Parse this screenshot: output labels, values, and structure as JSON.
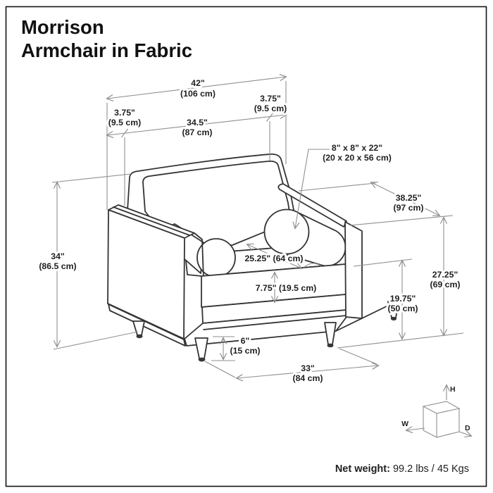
{
  "title": {
    "line1": "Morrison",
    "line2": "Armchair in Fabric"
  },
  "dimensions": {
    "overall_width": {
      "inches": "42\"",
      "cm": "(106 cm)"
    },
    "arm_thickness_left": {
      "inches": "3.75\"",
      "cm": "(9.5 cm)"
    },
    "arm_thickness_right": {
      "inches": "3.75\"",
      "cm": "(9.5 cm)"
    },
    "interior_width": {
      "inches": "34.5\"",
      "cm": "(87 cm)"
    },
    "bolster_pillow": {
      "inches": "8\" x 8\" x 22\"",
      "cm": "(20 x 20 x 56 cm)"
    },
    "overall_depth": {
      "inches": "38.25\"",
      "cm": "(97 cm)"
    },
    "overall_height": {
      "inches": "34\"",
      "cm": "(86.5 cm)"
    },
    "seat_depth": {
      "label": "25.25\" (64 cm)"
    },
    "seat_cushion_thickness": {
      "label": "7.75\" (19.5 cm)"
    },
    "seat_height": {
      "inches": "19.75\"",
      "cm": "(50 cm)"
    },
    "arm_height": {
      "inches": "27.25\"",
      "cm": "(69 cm)"
    },
    "leg_height": {
      "inches": "6\"",
      "cm": "(15 cm)"
    },
    "base_width": {
      "inches": "33\"",
      "cm": "(84 cm)"
    }
  },
  "weight": {
    "label": "Net weight:",
    "value": " 99.2 lbs / 45 Kgs"
  },
  "orientation_cube": {
    "height_axis": "H",
    "width_axis": "W",
    "depth_axis": "D"
  },
  "colors": {
    "outline": "#333333",
    "dimension_lines": "#8f8f8f",
    "text": "#1f1f1f",
    "background": "#ffffff"
  }
}
